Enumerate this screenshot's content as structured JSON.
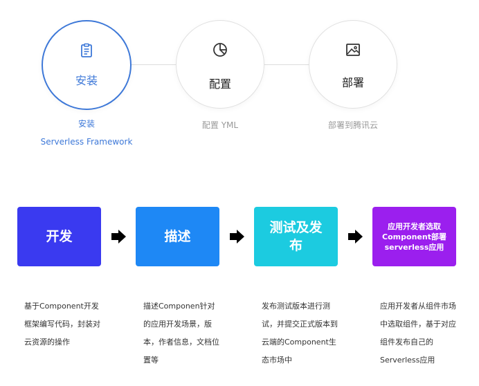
{
  "steps": [
    {
      "label": "安装",
      "caption": [
        "安装",
        "Serverless Framework"
      ],
      "icon": "clipboard-icon",
      "active": true
    },
    {
      "label": "配置",
      "caption": [
        "配置 YML"
      ],
      "icon": "pie-chart-icon",
      "active": false
    },
    {
      "label": "部署",
      "caption": [
        "部署到腾讯云"
      ],
      "icon": "image-icon",
      "active": false
    }
  ],
  "flow": [
    {
      "title": "开发",
      "color": "#3a3af0",
      "desc": "基于Component开发框架编写代码，封装对云资源的操作"
    },
    {
      "title": "描述",
      "color": "#1e88f5",
      "desc": "描述Componen针对的应用开发场景，版本，作者信息，文档位置等"
    },
    {
      "title": "测试及发布",
      "color": "#1ccbe0",
      "desc": "发布测试版本进行测试，并提交正式版本到云端的Component生态市场中"
    },
    {
      "title": "应用开发者选取Component部署serverless应用",
      "color": "#9b1fee",
      "desc": "应用开发者从组件市场中选取组件，基于对应组件发布自己的Serverless应用"
    }
  ],
  "colors": {
    "accent": "#3d78d8",
    "arrow": "#000000"
  }
}
